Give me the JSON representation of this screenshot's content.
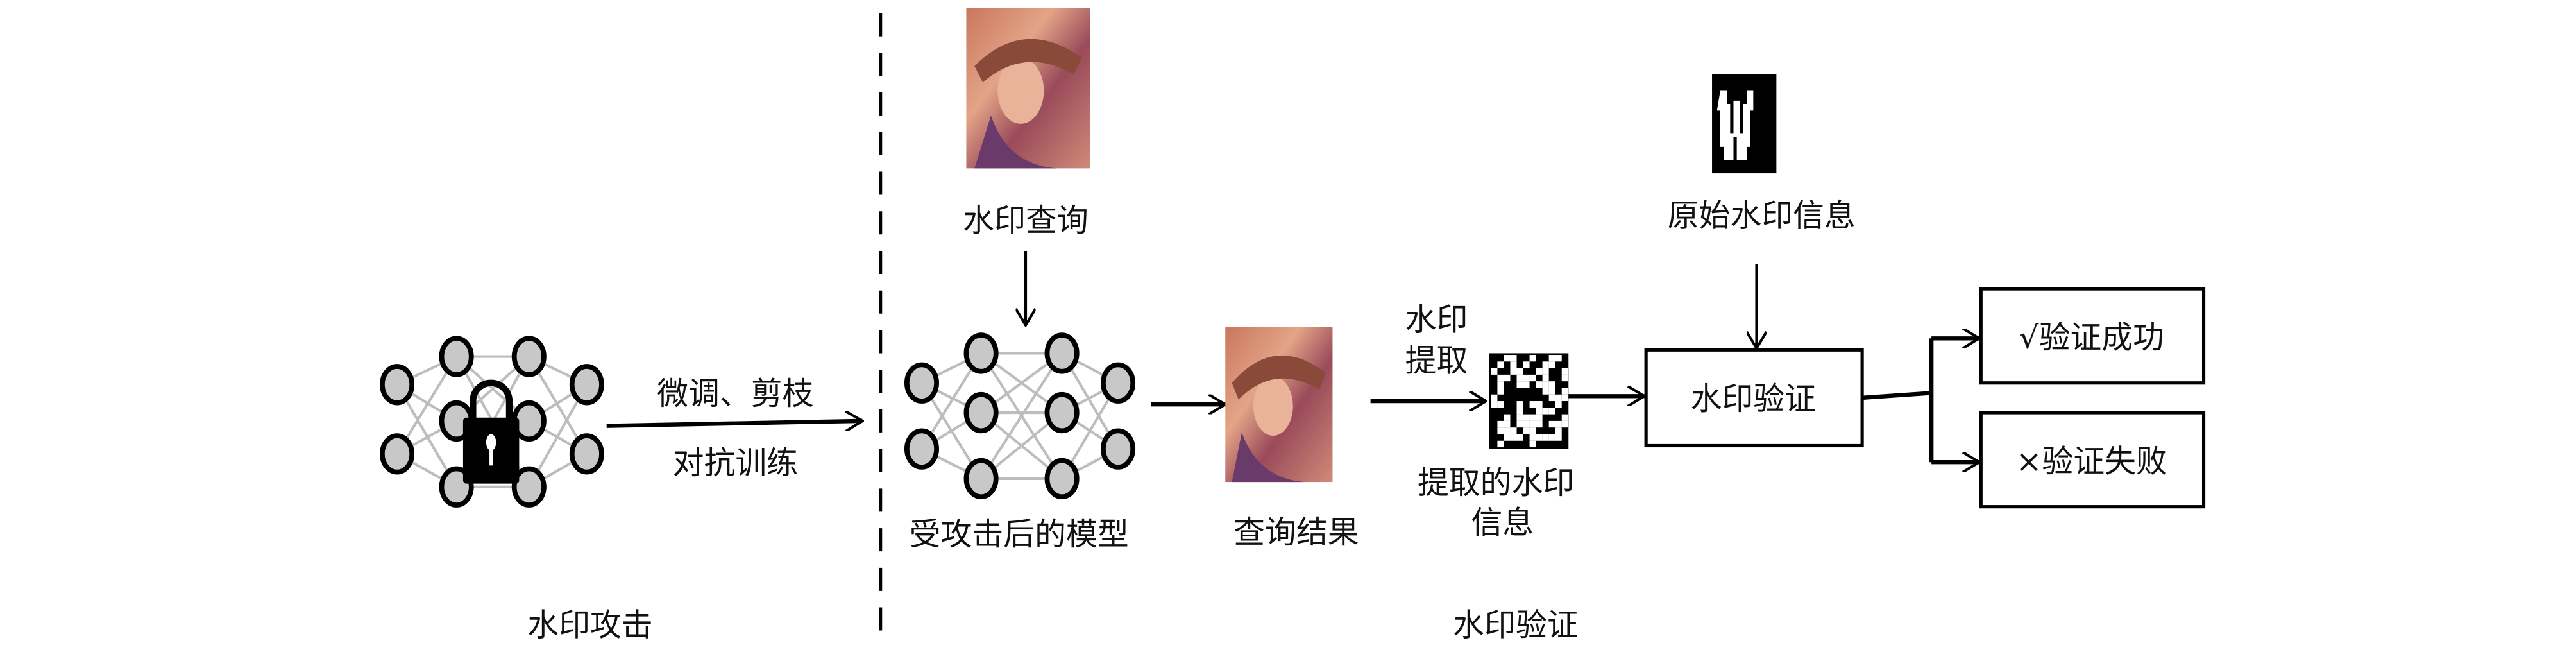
{
  "labels": {
    "attack_ops_line1": "微调、剪枝",
    "attack_ops_line2": "对抗训练",
    "attack_section": "水印攻击",
    "verify_section": "水印验证",
    "watermark_query": "水印查询",
    "attacked_model": "受攻击后的模型",
    "query_result": "查询结果",
    "extract_line1": "水印",
    "extract_line2": "提取",
    "extracted_info_line1": "提取的水印",
    "extracted_info_line2": "信息",
    "original_info": "原始水印信息",
    "verify_box": "水印验证",
    "success": "√验证成功",
    "failure": "×验证失败"
  },
  "colors": {
    "node_fill": "#c8c8c8",
    "edge": "#bdbdbd",
    "ink": "#000000"
  }
}
